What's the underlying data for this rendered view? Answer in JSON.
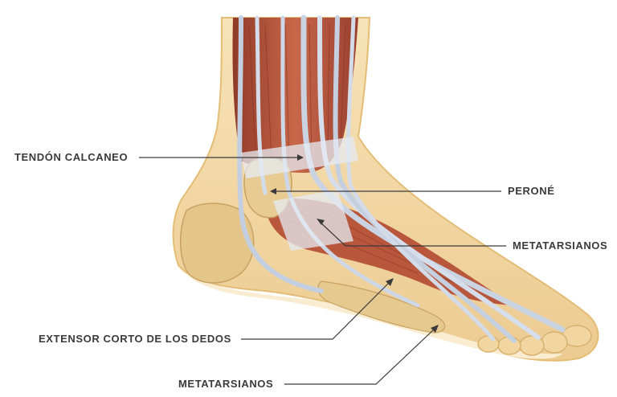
{
  "labels": {
    "tendon_calcaneo": "TENDÓN CALCANEO",
    "perone": "PERONÉ",
    "metatarsianos_upper": "METATARSIANOS",
    "extensor_corto": "EXTENSOR CORTO DE LOS DEDOS",
    "metatarsianos_lower": "METATARSIANOS"
  },
  "colors": {
    "skin": "#f3d9a8",
    "muscle": "#b8553b",
    "tendon": "#c9d3e2",
    "bone": "#e6c98e",
    "leader_line": "#3a3a3a",
    "label_text": "#3a3a3a"
  }
}
